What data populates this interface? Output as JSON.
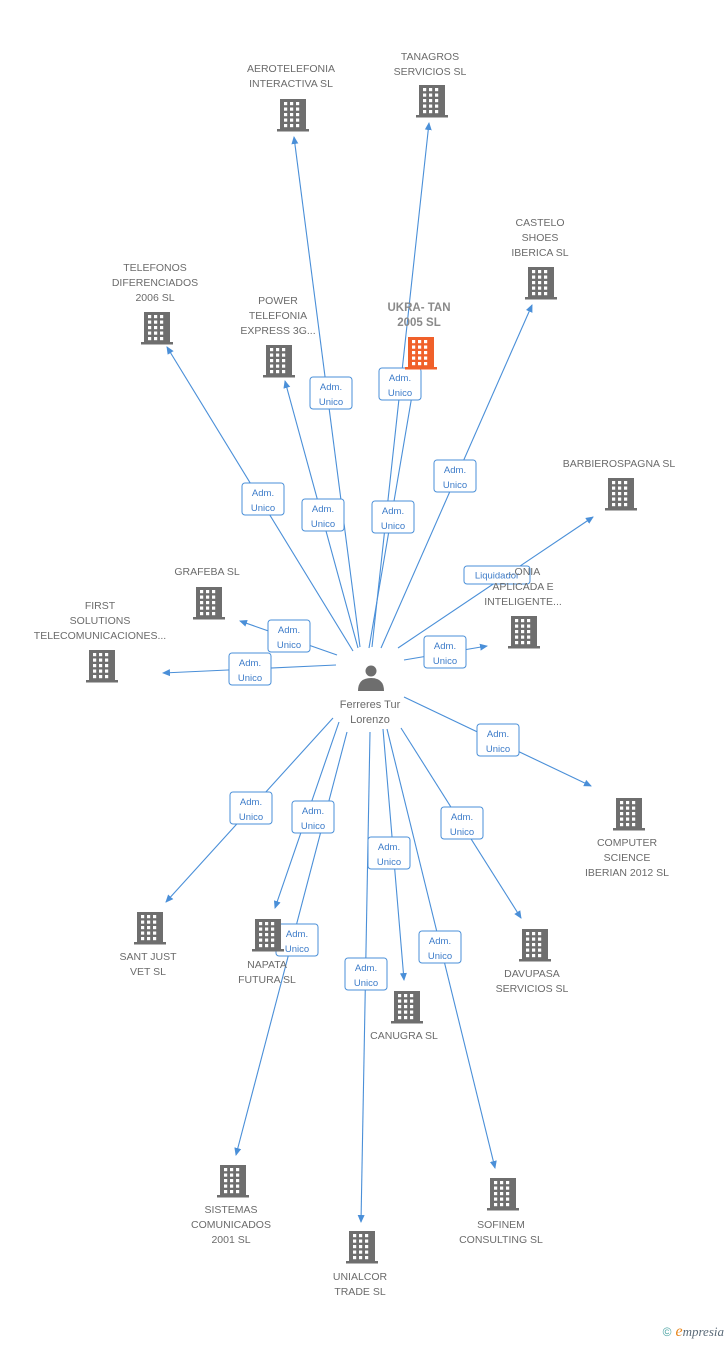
{
  "center": {
    "label_lines": [
      "Ferreres Tur",
      "Lorenzo"
    ]
  },
  "colors": {
    "edge": "#4a8fd8",
    "building": "#6e6e6e",
    "highlight": "#f0602a",
    "text": "#6b6b6b"
  },
  "nodes": [
    {
      "id": "aerotelefonia",
      "label_lines": [
        "AEROTELEFONIA",
        "INTERACTIVA SL"
      ]
    },
    {
      "id": "tanagros",
      "label_lines": [
        "TANAGROS",
        "SERVICIOS SL"
      ]
    },
    {
      "id": "castelo",
      "label_lines": [
        "CASTELO",
        "SHOES",
        "IBERICA SL"
      ]
    },
    {
      "id": "telefonos",
      "label_lines": [
        "TELEFONOS",
        "DIFERENCIADOS",
        "2006 SL"
      ]
    },
    {
      "id": "power",
      "label_lines": [
        "POWER",
        "TELEFONIA",
        "EXPRESS 3G..."
      ]
    },
    {
      "id": "ukratan",
      "label_lines": [
        "UKRA- TAN",
        "2005 SL"
      ],
      "highlight": true
    },
    {
      "id": "barbierospagna",
      "label_lines": [
        "BARBIEROSPAGNA SL"
      ]
    },
    {
      "id": "telefonia",
      "label_lines": [
        "...ONIA",
        "APLICADA E",
        "INTELIGENTE..."
      ]
    },
    {
      "id": "grafeba",
      "label_lines": [
        "GRAFEBA SL"
      ]
    },
    {
      "id": "first",
      "label_lines": [
        "FIRST",
        "SOLUTIONS",
        "TELECOMUNICACIONES..."
      ]
    },
    {
      "id": "computer",
      "label_lines": [
        "COMPUTER",
        "SCIENCE",
        "IBERIAN 2012  SL"
      ]
    },
    {
      "id": "santjust",
      "label_lines": [
        "SANT JUST",
        "VET SL"
      ]
    },
    {
      "id": "napata",
      "label_lines": [
        "NAPATA",
        "FUTURA SL"
      ]
    },
    {
      "id": "davupasa",
      "label_lines": [
        "DAVUPASA",
        "SERVICIOS SL"
      ]
    },
    {
      "id": "canugra",
      "label_lines": [
        "CANUGRA SL"
      ]
    },
    {
      "id": "sistemas",
      "label_lines": [
        "SISTEMAS",
        "COMUNICADOS",
        "2001 SL"
      ]
    },
    {
      "id": "sofinem",
      "label_lines": [
        "SOFINEM",
        "CONSULTING SL"
      ]
    },
    {
      "id": "unialcor",
      "label_lines": [
        "UNIALCOR",
        "TRADE SL"
      ]
    }
  ],
  "edges": [
    {
      "to": "aerotelefonia",
      "label_lines": [
        "Adm.",
        "Unico"
      ]
    },
    {
      "to": "tanagros",
      "label_lines": [
        "Adm.",
        "Unico"
      ]
    },
    {
      "to": "castelo",
      "label_lines": [
        "Adm.",
        "Unico"
      ]
    },
    {
      "to": "telefonos",
      "label_lines": [
        "Adm.",
        "Unico"
      ]
    },
    {
      "to": "power",
      "label_lines": [
        "Adm.",
        "Unico"
      ]
    },
    {
      "to": "ukratan",
      "label_lines": [
        "Adm.",
        "Unico"
      ]
    },
    {
      "to": "barbierospagna",
      "label_lines": [
        "Liquidador"
      ]
    },
    {
      "to": "telefonia",
      "label_lines": [
        "Adm.",
        "Unico"
      ]
    },
    {
      "to": "grafeba",
      "label_lines": [
        "Adm.",
        "Unico"
      ]
    },
    {
      "to": "first",
      "label_lines": [
        "Adm.",
        "Unico"
      ]
    },
    {
      "to": "computer",
      "label_lines": [
        "Adm.",
        "Unico"
      ]
    },
    {
      "to": "santjust",
      "label_lines": [
        "Adm.",
        "Unico"
      ]
    },
    {
      "to": "napata",
      "label_lines": [
        "Adm.",
        "Unico"
      ]
    },
    {
      "to": "davupasa",
      "label_lines": [
        "Adm.",
        "Unico"
      ]
    },
    {
      "to": "canugra",
      "label_lines": [
        "Adm.",
        "Unico"
      ]
    },
    {
      "to": "sistemas",
      "label_lines": [
        "Adm.",
        "Unico"
      ]
    },
    {
      "to": "sofinem",
      "label_lines": [
        "Adm.",
        "Unico"
      ]
    },
    {
      "to": "unialcor",
      "label_lines": [
        "Adm.",
        "Unico"
      ]
    }
  ],
  "brand": {
    "copyright": "©",
    "initial": "e",
    "rest": "mpresia"
  }
}
